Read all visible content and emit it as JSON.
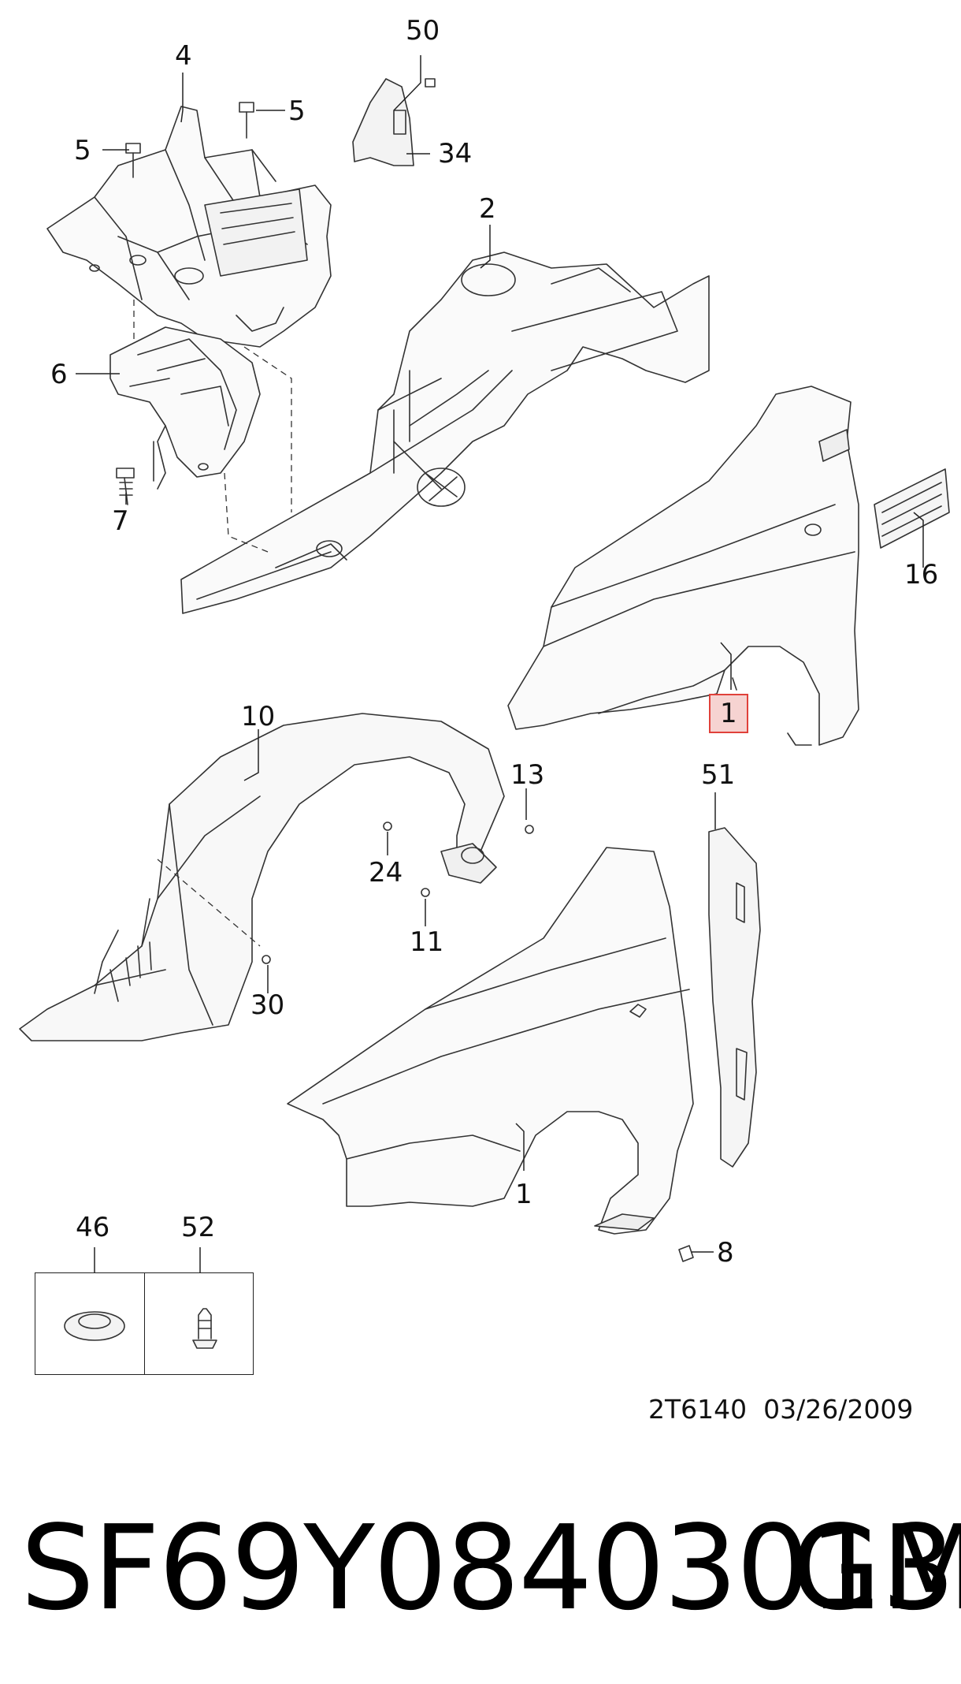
{
  "callouts": [
    {
      "id": "c50",
      "label": "50"
    },
    {
      "id": "c4",
      "label": "4"
    },
    {
      "id": "c5a",
      "label": "5"
    },
    {
      "id": "c5b",
      "label": "5"
    },
    {
      "id": "c34",
      "label": "34"
    },
    {
      "id": "c2",
      "label": "2"
    },
    {
      "id": "c6",
      "label": "6"
    },
    {
      "id": "c7",
      "label": "7"
    },
    {
      "id": "c16",
      "label": "16"
    },
    {
      "id": "c1a",
      "label": "1"
    },
    {
      "id": "c10",
      "label": "10"
    },
    {
      "id": "c13",
      "label": "13"
    },
    {
      "id": "c51",
      "label": "51"
    },
    {
      "id": "c24",
      "label": "24"
    },
    {
      "id": "c11",
      "label": "11"
    },
    {
      "id": "c30",
      "label": "30"
    },
    {
      "id": "c1b",
      "label": "1"
    },
    {
      "id": "c8",
      "label": "8"
    },
    {
      "id": "c46",
      "label": "46"
    },
    {
      "id": "c52",
      "label": "52"
    }
  ],
  "highlighted_callout": "c1a",
  "highlight_color": "#e0413a",
  "reference": "2T6140  03/26/2009",
  "part_number": "SF69Y08403013",
  "brand": "GM"
}
